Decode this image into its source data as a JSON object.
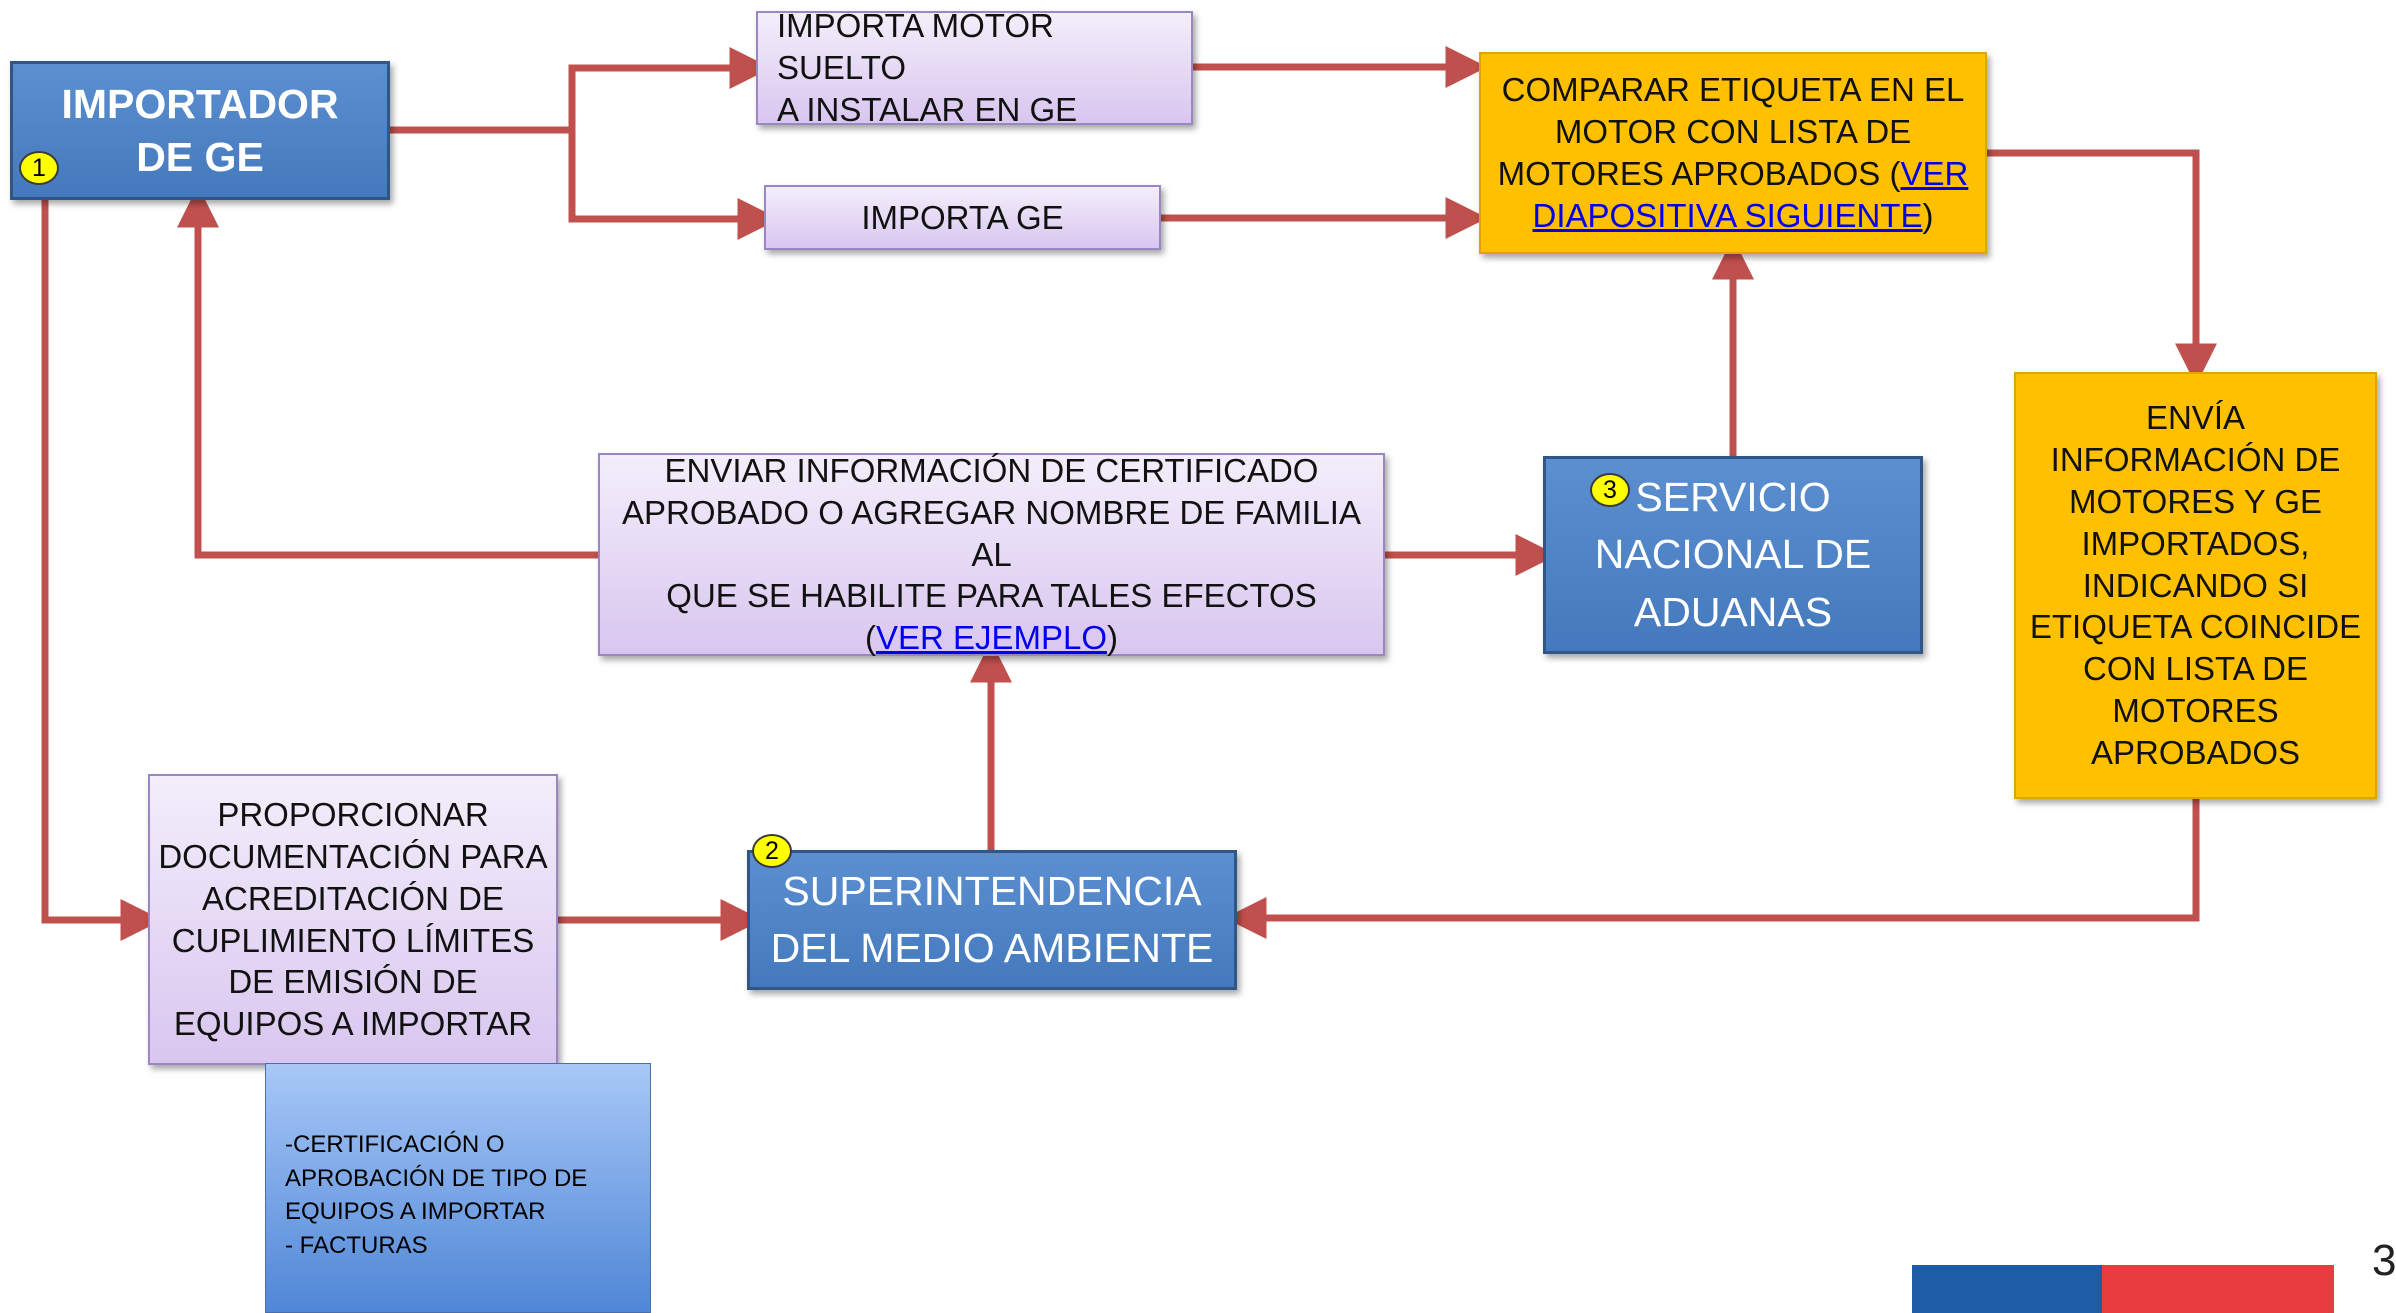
{
  "nodes": {
    "importador": {
      "lines": [
        "IMPORTADOR",
        "DE GE"
      ],
      "badge": "1"
    },
    "motor_suelto": {
      "lines": [
        "IMPORTA MOTOR SUELTO",
        "A INSTALAR EN GE"
      ]
    },
    "importa_ge": {
      "lines": [
        "IMPORTA GE"
      ]
    },
    "comparar": {
      "lines": [
        "COMPARAR ETIQUETA EN EL",
        "MOTOR CON LISTA DE"
      ],
      "line3_text": "MOTORES APROBADOS (",
      "link_part1": "VER",
      "link_part2": "DIAPOSITIVA SIGUIENTE",
      "close_paren": ")"
    },
    "envia": {
      "lines": [
        "ENVÍA",
        "INFORMACIÓN DE",
        "MOTORES Y GE",
        "IMPORTADOS,",
        "INDICANDO SI",
        "ETIQUETA COINCIDE",
        "CON LISTA DE",
        "MOTORES",
        "APROBADOS"
      ]
    },
    "enviar_info": {
      "lines": [
        "ENVIAR INFORMACIÓN DE CERTIFICADO",
        "APROBADO O AGREGAR NOMBRE DE FAMILIA AL",
        "QUE SE HABILITE PARA TALES EFECTOS"
      ],
      "open_paren": "(",
      "link": "VER EJEMPLO",
      "close_paren": ")"
    },
    "aduanas": {
      "lines": [
        "SERVICIO",
        "NACIONAL DE",
        "ADUANAS"
      ],
      "badge": "3"
    },
    "proporcionar": {
      "lines": [
        "PROPORCIONAR",
        "DOCUMENTACIÓN PARA",
        "ACREDITACIÓN DE",
        "CUPLIMIENTO LÍMITES",
        "DE EMISIÓN DE",
        "EQUIPOS A IMPORTAR"
      ]
    },
    "superintendencia": {
      "lines": [
        "SUPERINTENDENCIA",
        "DEL MEDIO AMBIENTE"
      ],
      "badge": "2"
    },
    "note": {
      "lines": [
        "-CERTIFICACIÓN O",
        "APROBACIÓN DE TIPO DE",
        "EQUIPOS A IMPORTAR",
        "- FACTURAS"
      ]
    }
  },
  "page_number": "3",
  "colors": {
    "arrow": "#c0504d",
    "blue_box": "#4f81bd",
    "lavender_box": "#e4d7f5",
    "gold_box": "#ffc000",
    "flag_blue": "#1f5ca8",
    "flag_red": "#e63b3f"
  }
}
